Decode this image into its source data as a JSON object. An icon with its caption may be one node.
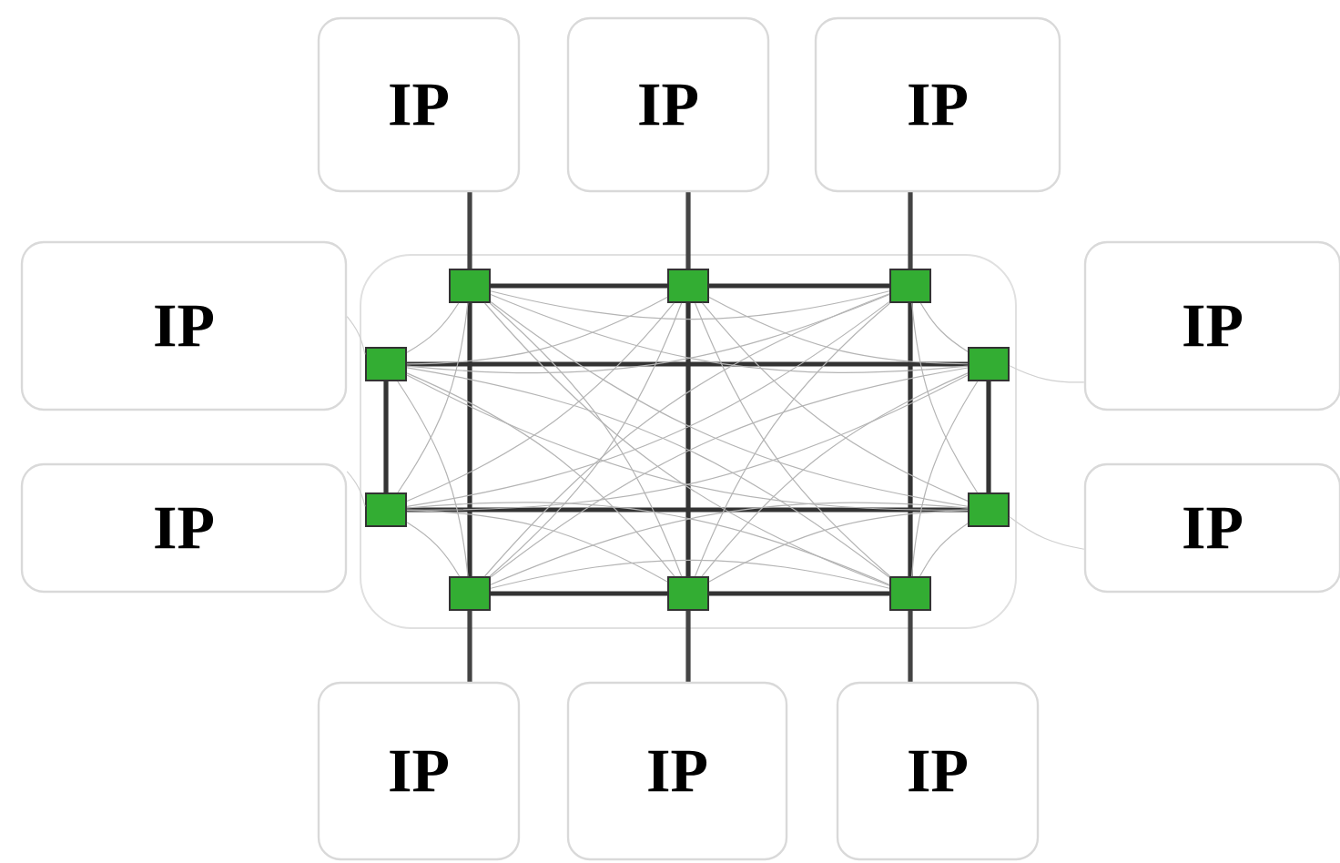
{
  "diagram": {
    "nodes": [
      {
        "text": [
          "IP"
        ]
      },
      {
        "text": [
          "IP"
        ]
      },
      {
        "text": [
          "IP"
        ]
      },
      {
        "text": [
          "IP"
        ]
      },
      {
        "text": [
          "IP"
        ]
      },
      {
        "text": [
          "IP"
        ]
      },
      {
        "text": [
          "IP"
        ]
      },
      {
        "text": [
          "IP"
        ]
      },
      {
        "text": [
          "IP"
        ]
      },
      {
        "text": [
          "IP"
        ]
      },
      {
        "text": [],
        "shape": "box"
      },
      {
        "text": [],
        "shape": "box"
      },
      {
        "text": [],
        "shape": "box"
      },
      {
        "text": [],
        "shape": "box"
      },
      {
        "text": [],
        "shape": "box"
      },
      {
        "text": [],
        "shape": "box"
      },
      {
        "text": [],
        "shape": "box"
      },
      {
        "text": [],
        "shape": "box"
      },
      {
        "text": [],
        "shape": "box"
      },
      {
        "text": [],
        "shape": "box"
      }
    ],
    "edges": [
      {
        "from": 0,
        "to": 10,
        "arrow": "none",
        "style": "thick",
        "color": "#444444"
      },
      {
        "from": 1,
        "to": 11,
        "arrow": "none",
        "style": "thick",
        "color": "#444444"
      },
      {
        "from": 2,
        "to": 12,
        "arrow": "none",
        "style": "thick",
        "color": "#444444"
      },
      {
        "from": 3,
        "to": 13,
        "arrow": "none",
        "color": "#d0d0d0"
      },
      {
        "from": 4,
        "to": 15,
        "arrow": "none",
        "color": "#d0d0d0"
      },
      {
        "from": 5,
        "to": 14,
        "arrow": "none",
        "color": "#d0d0d0"
      },
      {
        "from": 6,
        "to": 16,
        "arrow": "none",
        "color": "#d0d0d0"
      },
      {
        "from": 7,
        "to": 17,
        "arrow": "none",
        "style": "thick",
        "color": "#444444"
      },
      {
        "from": 8,
        "to": 18,
        "arrow": "none",
        "style": "thick",
        "color": "#444444"
      },
      {
        "from": 9,
        "to": 19,
        "arrow": "none",
        "style": "thick",
        "color": "#444444"
      },
      {
        "from": 10,
        "to": 11,
        "arrow": "none",
        "style": "thick",
        "color": "#333333"
      },
      {
        "from": 11,
        "to": 12,
        "arrow": "none",
        "style": "thick",
        "color": "#333333"
      },
      {
        "from": 17,
        "to": 18,
        "arrow": "none",
        "style": "thick",
        "color": "#333333"
      },
      {
        "from": 18,
        "to": 19,
        "arrow": "none",
        "style": "thick",
        "color": "#333333"
      },
      {
        "from": 13,
        "to": 15,
        "arrow": "none",
        "style": "thick",
        "color": "#333333"
      },
      {
        "from": 14,
        "to": 16,
        "arrow": "none",
        "style": "thick",
        "color": "#333333"
      },
      {
        "from": 13,
        "to": 14,
        "arrow": "none",
        "style": "thick",
        "color": "#333333"
      },
      {
        "from": 15,
        "to": 16,
        "arrow": "none",
        "style": "thick",
        "color": "#333333"
      },
      {
        "from": 10,
        "to": 17,
        "arrow": "none",
        "style": "thick",
        "color": "#333333"
      },
      {
        "from": 11,
        "to": 18,
        "arrow": "none",
        "style": "thick",
        "color": "#333333"
      },
      {
        "from": 12,
        "to": 19,
        "arrow": "none",
        "style": "thick",
        "color": "#333333"
      },
      {
        "from": 10,
        "to": 12,
        "arrow": "none"
      },
      {
        "from": 10,
        "to": 13,
        "arrow": "none"
      },
      {
        "from": 10,
        "to": 14,
        "arrow": "none"
      },
      {
        "from": 10,
        "to": 15,
        "arrow": "none"
      },
      {
        "from": 10,
        "to": 16,
        "arrow": "none"
      },
      {
        "from": 10,
        "to": 18,
        "arrow": "none"
      },
      {
        "from": 10,
        "to": 19,
        "arrow": "none"
      },
      {
        "from": 11,
        "to": 13,
        "arrow": "none"
      },
      {
        "from": 11,
        "to": 14,
        "arrow": "none"
      },
      {
        "from": 11,
        "to": 15,
        "arrow": "none"
      },
      {
        "from": 11,
        "to": 16,
        "arrow": "none"
      },
      {
        "from": 11,
        "to": 17,
        "arrow": "none"
      },
      {
        "from": 11,
        "to": 19,
        "arrow": "none"
      },
      {
        "from": 12,
        "to": 13,
        "arrow": "none"
      },
      {
        "from": 12,
        "to": 14,
        "arrow": "none"
      },
      {
        "from": 12,
        "to": 15,
        "arrow": "none"
      },
      {
        "from": 12,
        "to": 16,
        "arrow": "none"
      },
      {
        "from": 12,
        "to": 17,
        "arrow": "none"
      },
      {
        "from": 12,
        "to": 18,
        "arrow": "none"
      },
      {
        "from": 13,
        "to": 16,
        "arrow": "none"
      },
      {
        "from": 13,
        "to": 17,
        "arrow": "none"
      },
      {
        "from": 13,
        "to": 18,
        "arrow": "none"
      },
      {
        "from": 13,
        "to": 19,
        "arrow": "none"
      },
      {
        "from": 14,
        "to": 15,
        "arrow": "none"
      },
      {
        "from": 14,
        "to": 17,
        "arrow": "none"
      },
      {
        "from": 14,
        "to": 18,
        "arrow": "none"
      },
      {
        "from": 14,
        "to": 19,
        "arrow": "none"
      },
      {
        "from": 15,
        "to": 17,
        "arrow": "none"
      },
      {
        "from": 15,
        "to": 18,
        "arrow": "none"
      },
      {
        "from": 15,
        "to": 19,
        "arrow": "none"
      },
      {
        "from": 16,
        "to": 17,
        "arrow": "none"
      },
      {
        "from": 16,
        "to": 18,
        "arrow": "none"
      },
      {
        "from": 16,
        "to": 19,
        "arrow": "none"
      },
      {
        "from": 17,
        "to": 19,
        "arrow": "none"
      }
    ]
  }
}
